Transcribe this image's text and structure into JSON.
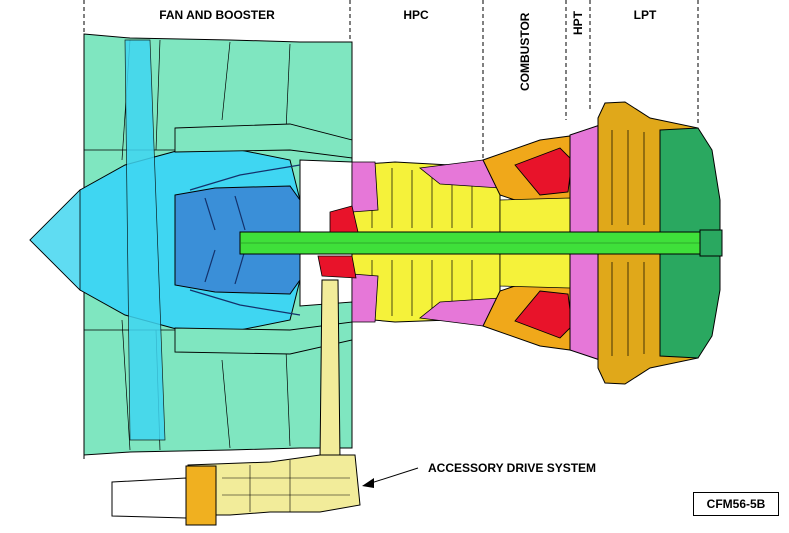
{
  "sections": {
    "fan_booster": "FAN AND BOOSTER",
    "hpc": "HPC",
    "combustor": "COMBUSTOR",
    "hpt": "HPT",
    "lpt": "LPT"
  },
  "callout": "ACCESSORY DRIVE SYSTEM",
  "badge": "CFM56-5B",
  "colors": {
    "fan": "#7fe6c0",
    "spinner": "#3fd6f2",
    "booster": "#3a8fd8",
    "hpc": "#f5f23a",
    "combustor_front": "#f0a81a",
    "combustor_core": "#e8132a",
    "hpt": "#e677d8",
    "lpt": "#e0a81a",
    "exhaust": "#2aa860",
    "shaft": "#3fe03a",
    "accessory_housing": "#f2ec9a",
    "accessory_gear": "#f0b020"
  }
}
